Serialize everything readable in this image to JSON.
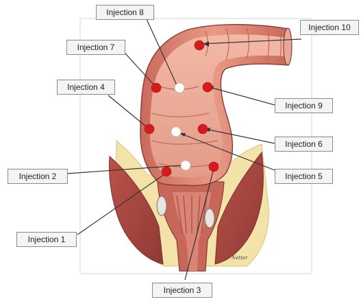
{
  "labels": {
    "inj1": "Injection 1",
    "inj2": "Injection 2",
    "inj3": "Injection 3",
    "inj4": "Injection 4",
    "inj5": "Injection 5",
    "inj6": "Injection 6",
    "inj7": "Injection 7",
    "inj8": "Injection 8",
    "inj9": "Injection 9",
    "inj10": "Injection 10"
  },
  "markers": [
    {
      "id": "inj1",
      "color": "#d91a1a"
    },
    {
      "id": "inj2",
      "color": "#ffffff"
    },
    {
      "id": "inj3",
      "color": "#d91a1a"
    },
    {
      "id": "inj4",
      "color": "#d91a1a"
    },
    {
      "id": "inj5",
      "color": "#ffffff"
    },
    {
      "id": "inj6",
      "color": "#d91a1a"
    },
    {
      "id": "inj7",
      "color": "#d91a1a"
    },
    {
      "id": "inj8",
      "color": "#ffffff"
    },
    {
      "id": "inj9",
      "color": "#d91a1a"
    },
    {
      "id": "inj10",
      "color": "#d91a1a"
    }
  ],
  "signature": "Netter"
}
